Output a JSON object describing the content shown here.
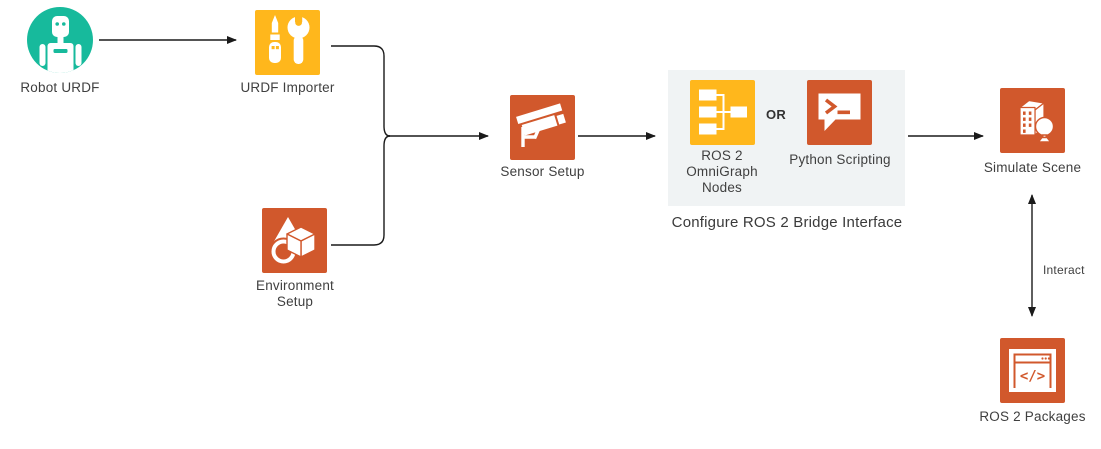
{
  "diagram": {
    "nodes": {
      "robot_urdf": {
        "label": "Robot URDF",
        "icon": "robot-icon",
        "color": "#17BA9C"
      },
      "urdf_importer": {
        "label": "URDF Importer",
        "icon": "tools-icon",
        "color": "#FFB71C"
      },
      "environment_setup": {
        "label": "Environment Setup",
        "icon": "shapes-icon",
        "color": "#D1582C"
      },
      "sensor_setup": {
        "label": "Sensor Setup",
        "icon": "camera-icon",
        "color": "#D1582C"
      },
      "ros2_omnigraph_nodes": {
        "label": "ROS 2 OmniGraph Nodes",
        "icon": "node-graph-icon",
        "color": "#FFB71C"
      },
      "python_scripting": {
        "label": "Python Scripting",
        "icon": "terminal-bubble-icon",
        "color": "#D1582C"
      },
      "simulate_scene": {
        "label": "Simulate Scene",
        "icon": "building-tree-icon",
        "color": "#D1582C"
      },
      "ros2_packages": {
        "label": "ROS 2 Packages",
        "icon": "code-window-icon",
        "color": "#D1582C"
      }
    },
    "bridge_group": {
      "caption": "Configure ROS 2 Bridge Interface",
      "or_label": "OR",
      "panel_color": "#F0F3F4"
    },
    "edges": {
      "interact_label": "Interact"
    },
    "colors": {
      "teal": "#17BA9C",
      "gold": "#FFB71C",
      "orange": "#D1582C",
      "panel": "#F0F3F4",
      "arrow": "#1A1A1A",
      "text": "#3F3F3F"
    }
  }
}
